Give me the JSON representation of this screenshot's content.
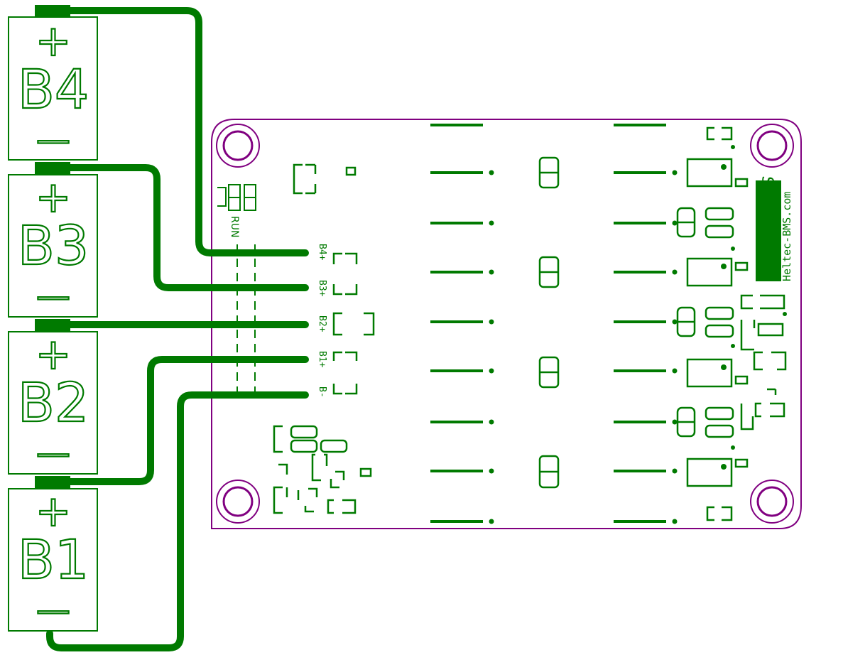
{
  "batteries": [
    {
      "id": "b4",
      "plus": "+",
      "name": "B4",
      "minus": "—"
    },
    {
      "id": "b3",
      "plus": "+",
      "name": "B3",
      "minus": "—"
    },
    {
      "id": "b2",
      "plus": "+",
      "name": "B2",
      "minus": "—"
    },
    {
      "id": "b1",
      "plus": "+",
      "name": "B1",
      "minus": "—"
    }
  ],
  "board": {
    "pins": [
      "B4+",
      "B3+",
      "B2+",
      "B1+",
      "B-"
    ],
    "led_label": "RUN",
    "brand": "HELTEC",
    "brand_suffix": "BMS",
    "website": "Heltec-BMS.com"
  },
  "colors": {
    "trace": "#007a00",
    "outline": "#800080",
    "silkscreen": "#007a00"
  }
}
